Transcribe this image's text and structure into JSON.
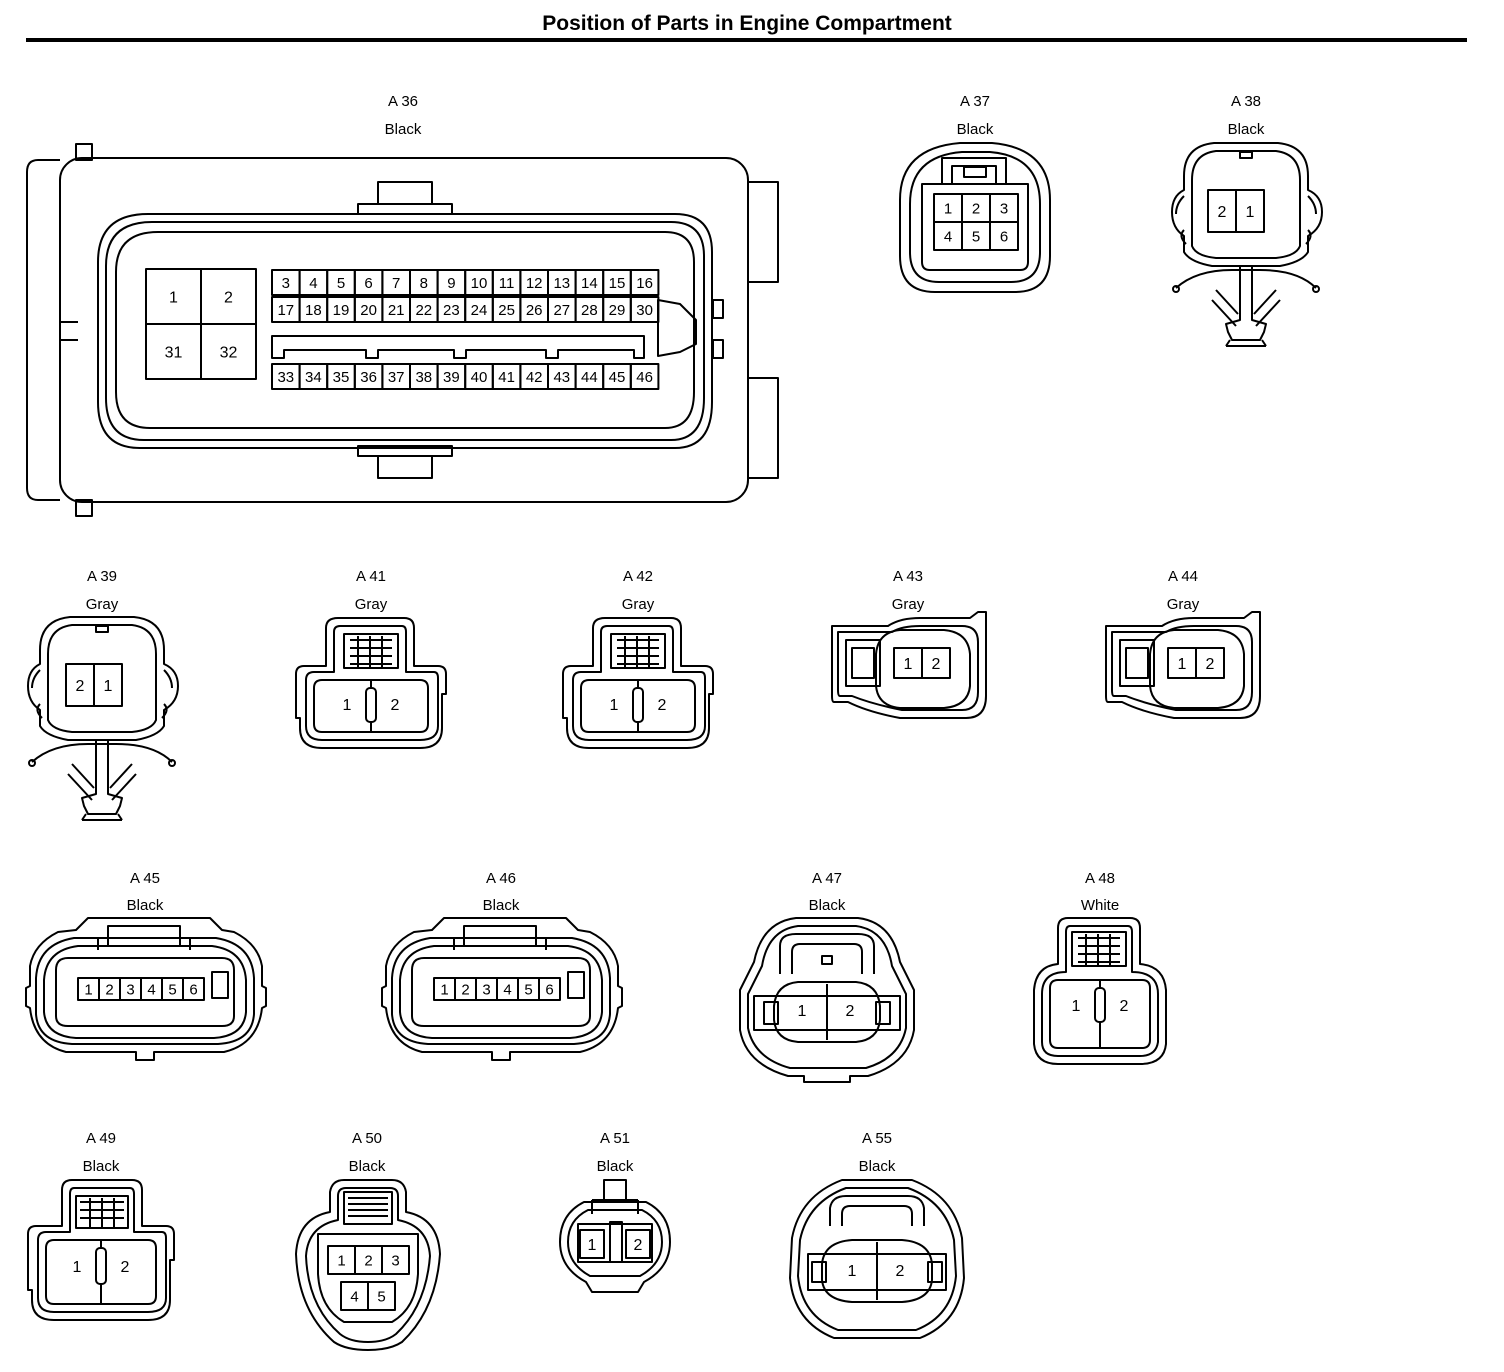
{
  "page": {
    "title": "Position of Parts in Engine Compartment"
  },
  "connectors": [
    {
      "code": "A 36",
      "color": "Black",
      "pins": {
        "big": [
          "1",
          "2",
          "31",
          "32"
        ],
        "top": [
          "3",
          "4",
          "5",
          "6",
          "7",
          "8",
          "9",
          "10",
          "11",
          "12",
          "13",
          "14",
          "15",
          "16"
        ],
        "mid": [
          "17",
          "18",
          "19",
          "20",
          "21",
          "22",
          "23",
          "24",
          "25",
          "26",
          "27",
          "28",
          "29",
          "30"
        ],
        "bottom": [
          "33",
          "34",
          "35",
          "36",
          "37",
          "38",
          "39",
          "40",
          "41",
          "42",
          "43",
          "44",
          "45",
          "46"
        ]
      }
    },
    {
      "code": "A 37",
      "color": "Black",
      "pins": [
        "1",
        "2",
        "3",
        "4",
        "5",
        "6"
      ]
    },
    {
      "code": "A 38",
      "color": "Black",
      "pins": [
        "2",
        "1"
      ]
    },
    {
      "code": "A 39",
      "color": "Gray",
      "pins": [
        "2",
        "1"
      ]
    },
    {
      "code": "A 41",
      "color": "Gray",
      "pins": [
        "1",
        "2"
      ]
    },
    {
      "code": "A 42",
      "color": "Gray",
      "pins": [
        "1",
        "2"
      ]
    },
    {
      "code": "A 43",
      "color": "Gray",
      "pins": [
        "1",
        "2"
      ]
    },
    {
      "code": "A 44",
      "color": "Gray",
      "pins": [
        "1",
        "2"
      ]
    },
    {
      "code": "A 45",
      "color": "Black",
      "pins": [
        "1",
        "2",
        "3",
        "4",
        "5",
        "6"
      ]
    },
    {
      "code": "A 46",
      "color": "Black",
      "pins": [
        "1",
        "2",
        "3",
        "4",
        "5",
        "6"
      ]
    },
    {
      "code": "A 47",
      "color": "Black",
      "pins": [
        "1",
        "2"
      ]
    },
    {
      "code": "A 48",
      "color": "White",
      "pins": [
        "1",
        "2"
      ]
    },
    {
      "code": "A 49",
      "color": "Black",
      "pins": [
        "1",
        "2"
      ]
    },
    {
      "code": "A 50",
      "color": "Black",
      "pins": [
        "1",
        "2",
        "3",
        "4",
        "5"
      ]
    },
    {
      "code": "A 51",
      "color": "Black",
      "pins": [
        "1",
        "2"
      ]
    },
    {
      "code": "A 55",
      "color": "Black",
      "pins": [
        "1",
        "2"
      ]
    }
  ]
}
